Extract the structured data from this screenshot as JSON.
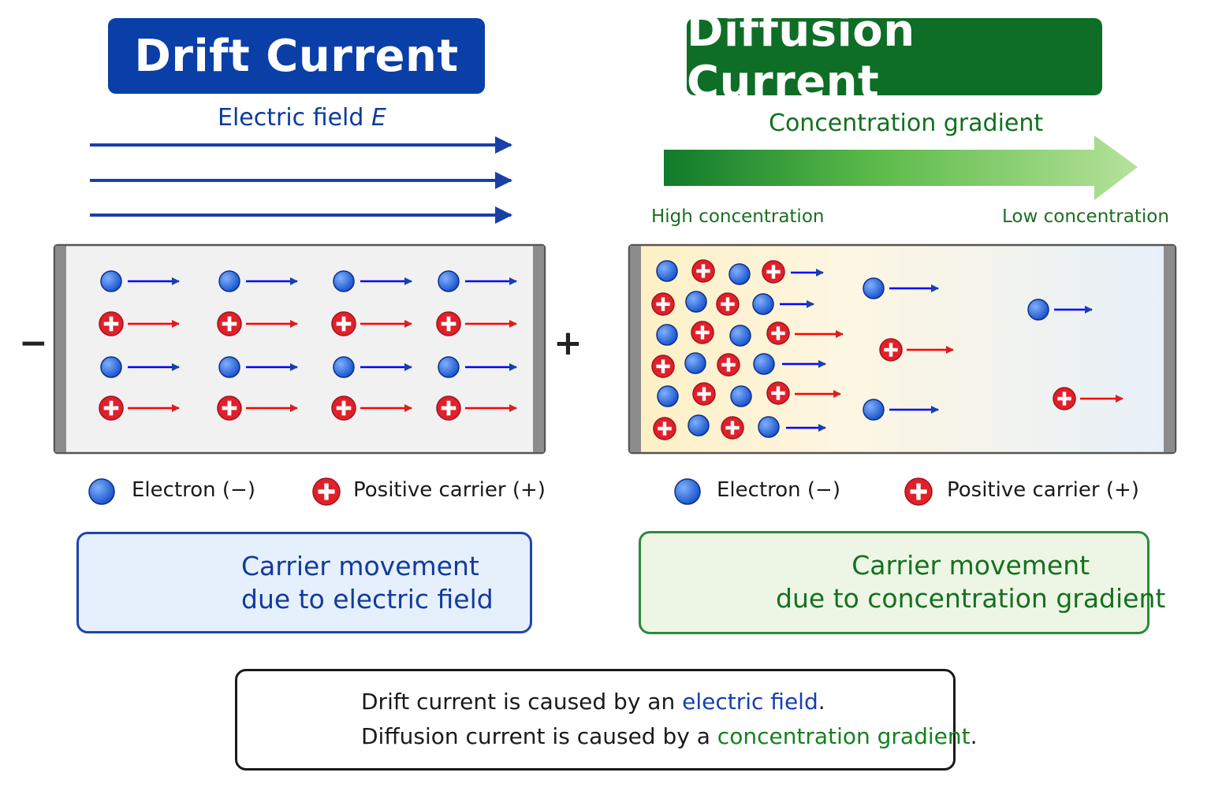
{
  "drift": {
    "title": "Drift Current",
    "field_label": "Electric field",
    "field_symbol": "E",
    "minus_sign": "−",
    "plus_sign": "+",
    "legend_electron": "Electron (−)",
    "legend_positive": "Positive carrier (+)",
    "info_line1": "Carrier movement",
    "info_line2": "due to electric field"
  },
  "diffusion": {
    "title": "Diffusion Current",
    "gradient_label": "Concentration gradient",
    "high_label": "High concentration",
    "low_label": "Low concentration",
    "legend_electron": "Electron (−)",
    "legend_positive": "Positive carrier (+)",
    "info_line1": "Carrier movement",
    "info_line2": "due to concentration gradient"
  },
  "note": {
    "line1_prefix": "Drift current is caused by an ",
    "line1_highlight": "electric field",
    "line1_suffix": ".",
    "line2_prefix": "Diffusion current is caused by a ",
    "line2_highlight": "concentration gradient",
    "line2_suffix": "."
  },
  "colors": {
    "drift_blue": "#0a3fa8",
    "diffusion_green": "#0e6e26",
    "electron_blue": "#1f5fd6",
    "positive_red": "#e0202a"
  }
}
